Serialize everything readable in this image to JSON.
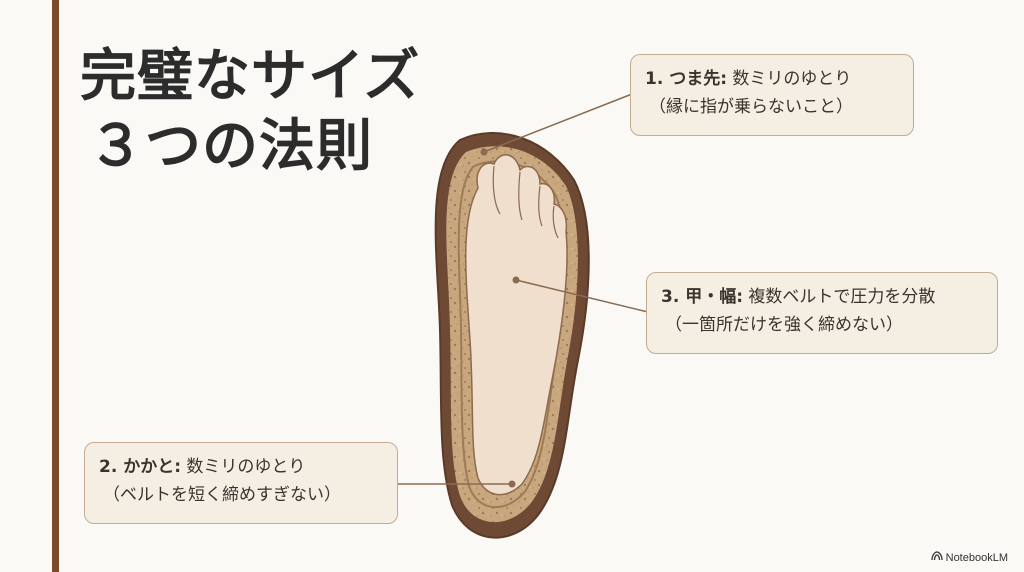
{
  "title": {
    "line1": "完璧なサイズ",
    "line2": "３つの法則"
  },
  "callouts": {
    "toe": {
      "head": "1. つま先:",
      "body": " 数ミリのゆとり",
      "note": "（縁に指が乗らないこと）"
    },
    "instep": {
      "head": "3. 甲・幅:",
      "body": " 複数ベルトで圧力を分散",
      "note": "（一箇所だけを強く締めない）"
    },
    "heel": {
      "head": "2. かかと:",
      "body": " 数ミリのゆとり",
      "note": "（ベルトを短く締めすぎない）"
    }
  },
  "brand": {
    "name": "NotebookLM",
    "icon": "notebooklm-logo-icon"
  },
  "colors": {
    "background": "#fbf9f6",
    "accent_rule": "#7a4a2a",
    "sole_rim": "#6e4a35",
    "cork": "#c9a77e",
    "foot": "#efdfcc",
    "callout_fill": "#f5eee3",
    "callout_border": "#c2ad93",
    "leader_line": "#8a6a50"
  }
}
